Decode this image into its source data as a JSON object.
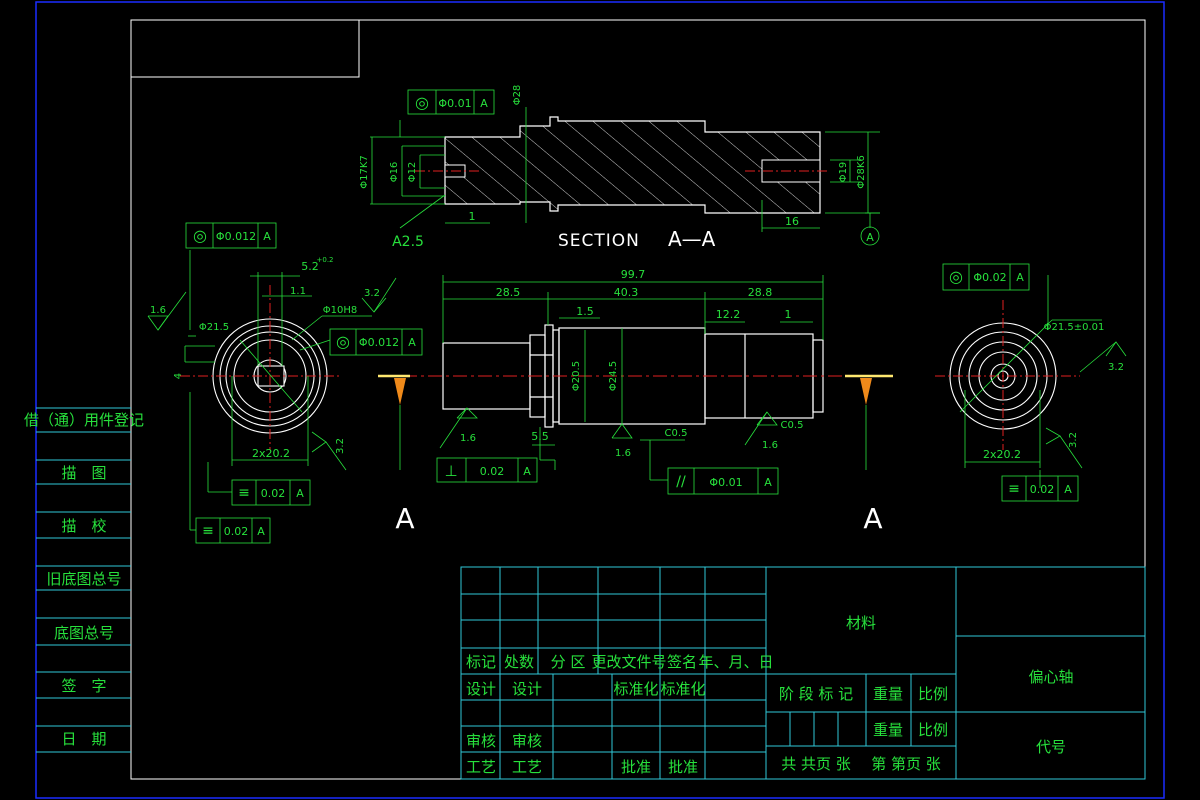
{
  "colors": {
    "background": "#000000",
    "outline": "#ffffff",
    "dimension": "#27e03c",
    "title_block": "#30c8d8",
    "centerline": "#e02020",
    "marker": "#f08a1a"
  },
  "section": {
    "title": "SECTION",
    "id": "A—A",
    "marker": "A",
    "dims": {
      "d17k7": "Φ17K7",
      "d16": "Φ16",
      "d12": "Φ12",
      "d28": "Φ28",
      "d19": "Φ19",
      "d28k6": "Φ28K6",
      "len16": "16",
      "len1": "1",
      "a25": "A2.5"
    },
    "tolerance": {
      "symbol": "◎",
      "value": "Φ0.01",
      "datum": "A"
    }
  },
  "main_view": {
    "dims": {
      "total": "99.7",
      "left": "28.5",
      "middle": "40.3",
      "right": "28.8",
      "d15": "1.5",
      "d122": "12.2",
      "d1": "1",
      "d55": "5.5",
      "phi205": "Φ20.5",
      "phi245": "Φ24.5",
      "c05a": "C0.5",
      "c05b": "C0.5"
    },
    "roughness": {
      "r1": "1.6",
      "r2": "1.6",
      "r3": "1.6"
    },
    "tol_perp": {
      "symbol": "⊥",
      "value": "0.02",
      "datum": "A"
    },
    "tol_par": {
      "symbol": "//",
      "value": "Φ0.01",
      "datum": "A"
    },
    "section_mark_left": "A",
    "section_mark_right": "A"
  },
  "left_view": {
    "tol_top": {
      "symbol": "◎",
      "value": "Φ0.012",
      "datum": "A"
    },
    "tol_mid": {
      "symbol": "◎",
      "value": "Φ0.012",
      "datum": "A"
    },
    "tol_sym1": {
      "symbol": "≡",
      "value": "0.02",
      "datum": "A"
    },
    "tol_sym2": {
      "symbol": "≡",
      "value": "0.02",
      "datum": "A"
    },
    "dims": {
      "d52": "5.2",
      "d52sup": "+0.2",
      "d11": "1.1",
      "phi10": "Φ10H8",
      "phi215": "Φ21.5",
      "d4": "4",
      "key": "2x20.2"
    },
    "roughness": {
      "r16": "1.6",
      "r32a": "3.2",
      "r32b": "3.2"
    }
  },
  "right_view": {
    "tol": {
      "symbol": "◎",
      "value": "Φ0.02",
      "datum": "A"
    },
    "tol_sym": {
      "symbol": "≡",
      "value": "0.02",
      "datum": "A"
    },
    "dims": {
      "phi": "Φ21.5±0.01",
      "key": "2x20.2"
    },
    "roughness": {
      "r32a": "3.2",
      "r32b": "3.2"
    }
  },
  "side_panel": [
    "借（通）用件登记",
    "描　图",
    "描　校",
    "旧底图总号",
    "底图总号",
    "签　字",
    "日　期"
  ],
  "title_block": {
    "header": [
      "标记",
      "处数",
      "分 区",
      "更改文件号",
      "签名",
      "年、月、日"
    ],
    "material": "材料",
    "part_name": "偏心轴",
    "code": "代号",
    "rows": {
      "design": [
        "设计",
        "设计",
        "标准化",
        "标准化"
      ],
      "review": [
        "审核",
        "审核"
      ],
      "process": [
        "工艺",
        "工艺",
        "批准",
        "批准"
      ]
    },
    "stage": "阶 段 标 记",
    "weight1": "重量",
    "scale1": "比例",
    "weight2": "重量",
    "scale2": "比例",
    "sheets": "共  共页  张",
    "sheet_no": "第  第页  张"
  }
}
